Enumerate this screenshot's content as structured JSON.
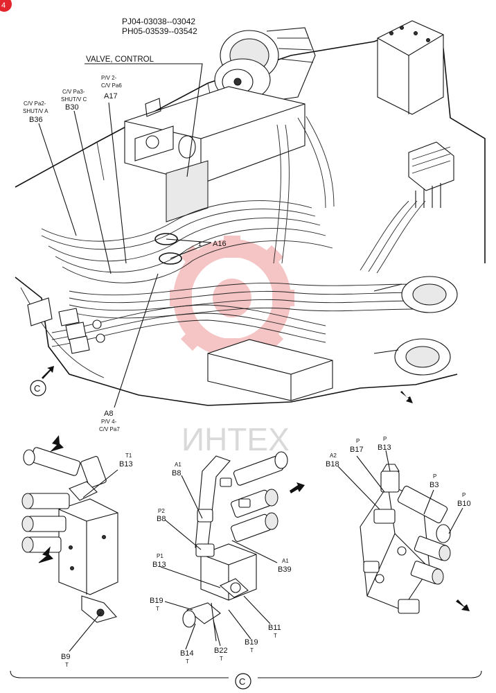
{
  "corner_badge": "4",
  "header": {
    "serial_line_1": "PJ04-03038--03042",
    "serial_line_2": "PH05-03539--03542"
  },
  "watermark": "ИНТЕХ",
  "main_view": {
    "title_callout": "VALVE, CONTROL",
    "callouts": [
      {
        "id": "a17",
        "lines": [
          "P/V 2-",
          "C/V Pa6"
        ],
        "code": "A17"
      },
      {
        "id": "b30",
        "lines": [
          "C/V Pa3-",
          "SHUT/V C"
        ],
        "code": "B30"
      },
      {
        "id": "b36",
        "lines": [
          "C/V Pa2-",
          "SHUT/V A"
        ],
        "code": "B36"
      },
      {
        "id": "a16",
        "num": "1",
        "code": "A16"
      },
      {
        "id": "a8",
        "code": "A8",
        "lines": [
          "P/V 4-",
          "C/V Pa7"
        ]
      }
    ],
    "view_marker": "C"
  },
  "detail_left": {
    "callouts": [
      {
        "id": "b13",
        "port": "T1",
        "code": "B13"
      },
      {
        "id": "b9",
        "code": "B9",
        "port": "T"
      }
    ]
  },
  "detail_middle": {
    "callouts": [
      {
        "id": "b8a",
        "port": "A1",
        "code": "B8"
      },
      {
        "id": "b8b",
        "port": "P2",
        "code": "B8"
      },
      {
        "id": "b13",
        "port": "P1",
        "code": "B13"
      },
      {
        "id": "b39",
        "port": "A1",
        "code": "B39"
      },
      {
        "id": "b19a",
        "code": "B19",
        "port": "T"
      },
      {
        "id": "b11",
        "code": "B11",
        "port": "T"
      },
      {
        "id": "b14",
        "code": "B14",
        "port": "T"
      },
      {
        "id": "b22",
        "code": "B22",
        "port": "T"
      },
      {
        "id": "b19b",
        "code": "B19",
        "port": "T"
      }
    ]
  },
  "detail_right": {
    "callouts": [
      {
        "id": "b18",
        "port": "A2",
        "code": "B18"
      },
      {
        "id": "b17",
        "port": "P",
        "code": "B17"
      },
      {
        "id": "b13",
        "port": "P",
        "code": "B13"
      },
      {
        "id": "b3",
        "port": "P",
        "code": "B3"
      },
      {
        "id": "b10",
        "port": "P",
        "code": "B10"
      }
    ]
  },
  "footer_marker": "C"
}
